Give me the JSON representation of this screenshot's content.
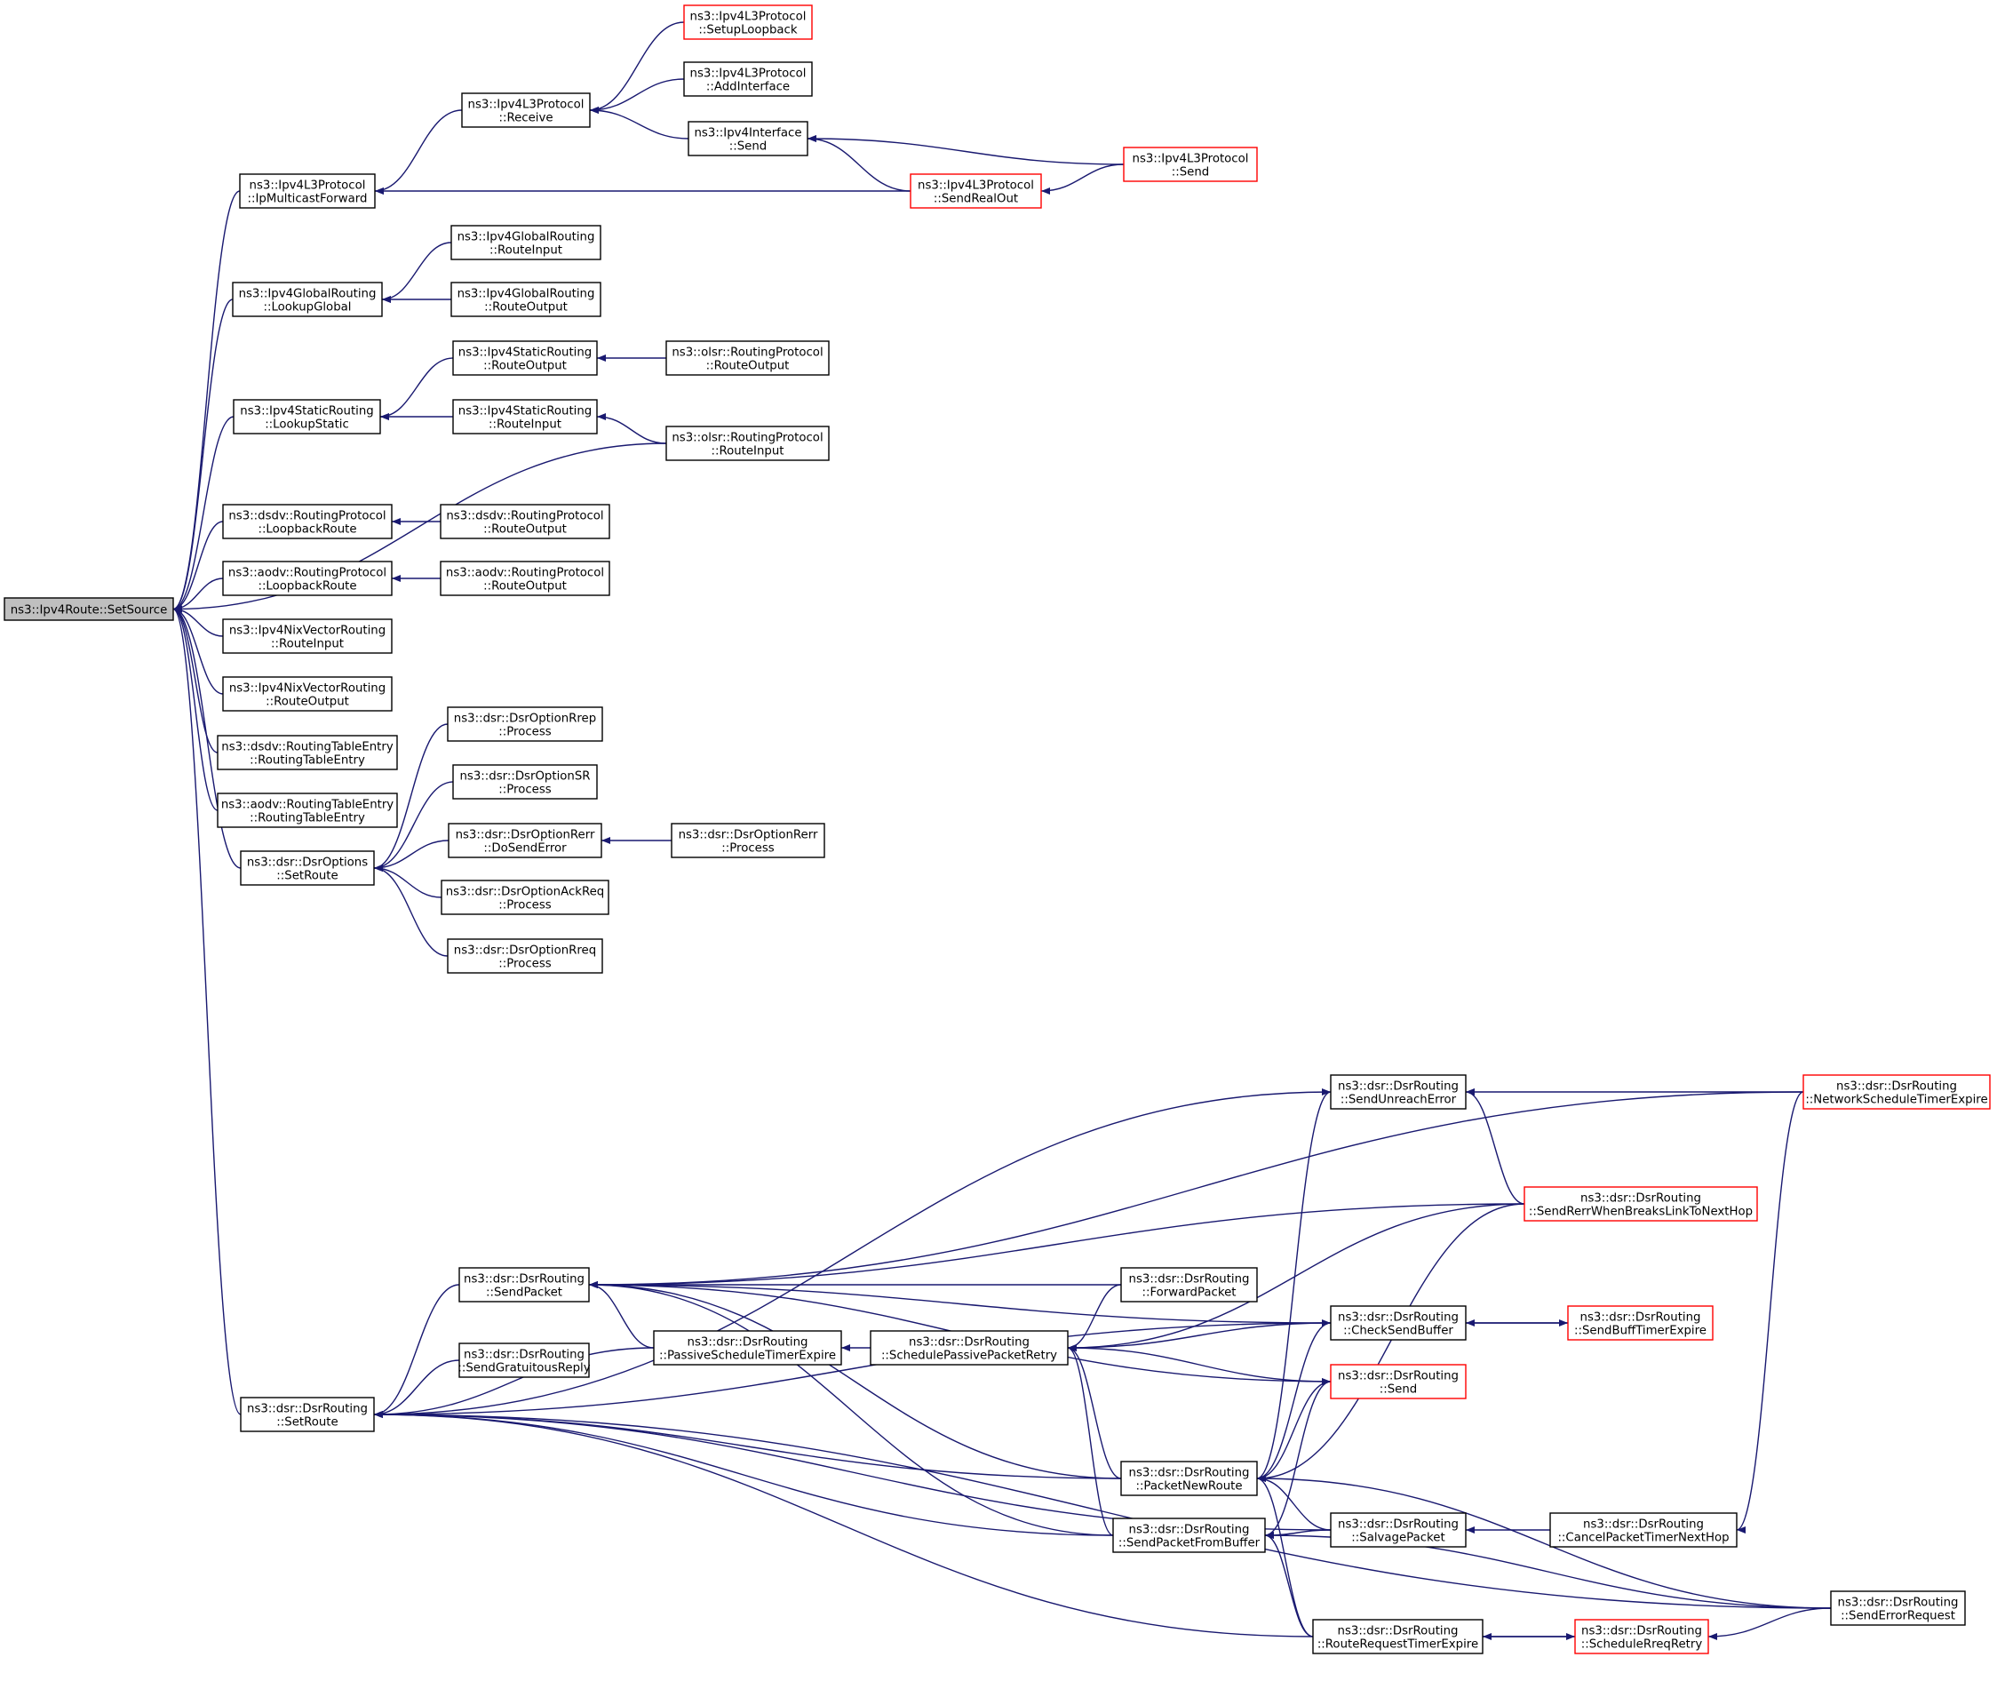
{
  "graph": {
    "edge_color": "#191970",
    "highlight_border": "#ff0000",
    "root_fill": "#bfbfbf",
    "nodes": [
      {
        "id": "root",
        "lines": [
          "ns3::Ipv4Route::SetSource"
        ],
        "root": true
      },
      {
        "id": "ipmf",
        "lines": [
          "ns3::Ipv4L3Protocol",
          "::IpMulticastForward"
        ]
      },
      {
        "id": "recv",
        "lines": [
          "ns3::Ipv4L3Protocol",
          "::Receive"
        ]
      },
      {
        "id": "setuplo",
        "lines": [
          "ns3::Ipv4L3Protocol",
          "::SetupLoopback"
        ],
        "red": true
      },
      {
        "id": "addif",
        "lines": [
          "ns3::Ipv4L3Protocol",
          "::AddInterface"
        ]
      },
      {
        "id": "ifsend",
        "lines": [
          "ns3::Ipv4Interface",
          "::Send"
        ]
      },
      {
        "id": "sendreal",
        "lines": [
          "ns3::Ipv4L3Protocol",
          "::SendRealOut"
        ],
        "red": true
      },
      {
        "id": "l3send",
        "lines": [
          "ns3::Ipv4L3Protocol",
          "::Send"
        ],
        "red": true
      },
      {
        "id": "lookglobal",
        "lines": [
          "ns3::Ipv4GlobalRouting",
          "::LookupGlobal"
        ]
      },
      {
        "id": "grin",
        "lines": [
          "ns3::Ipv4GlobalRouting",
          "::RouteInput"
        ]
      },
      {
        "id": "grout",
        "lines": [
          "ns3::Ipv4GlobalRouting",
          "::RouteOutput"
        ]
      },
      {
        "id": "lookstatic",
        "lines": [
          "ns3::Ipv4StaticRouting",
          "::LookupStatic"
        ]
      },
      {
        "id": "srout",
        "lines": [
          "ns3::Ipv4StaticRouting",
          "::RouteOutput"
        ]
      },
      {
        "id": "srin",
        "lines": [
          "ns3::Ipv4StaticRouting",
          "::RouteInput"
        ]
      },
      {
        "id": "olsrout",
        "lines": [
          "ns3::olsr::RoutingProtocol",
          "::RouteOutput"
        ]
      },
      {
        "id": "olsrin",
        "lines": [
          "ns3::olsr::RoutingProtocol",
          "::RouteInput"
        ]
      },
      {
        "id": "dsdvlb",
        "lines": [
          "ns3::dsdv::RoutingProtocol",
          "::LoopbackRoute"
        ]
      },
      {
        "id": "dsdvout",
        "lines": [
          "ns3::dsdv::RoutingProtocol",
          "::RouteOutput"
        ]
      },
      {
        "id": "aodvlb",
        "lines": [
          "ns3::aodv::RoutingProtocol",
          "::LoopbackRoute"
        ]
      },
      {
        "id": "aodvout",
        "lines": [
          "ns3::aodv::RoutingProtocol",
          "::RouteOutput"
        ]
      },
      {
        "id": "nixin",
        "lines": [
          "ns3::Ipv4NixVectorRouting",
          "::RouteInput"
        ]
      },
      {
        "id": "nixout",
        "lines": [
          "ns3::Ipv4NixVectorRouting",
          "::RouteOutput"
        ]
      },
      {
        "id": "dsdvrte",
        "lines": [
          "ns3::dsdv::RoutingTableEntry",
          "::RoutingTableEntry"
        ]
      },
      {
        "id": "aodvrte",
        "lines": [
          "ns3::aodv::RoutingTableEntry",
          "::RoutingTableEntry"
        ]
      },
      {
        "id": "optsetroute",
        "lines": [
          "ns3::dsr::DsrOptions",
          "::SetRoute"
        ]
      },
      {
        "id": "rrep",
        "lines": [
          "ns3::dsr::DsrOptionRrep",
          "::Process"
        ]
      },
      {
        "id": "optsr",
        "lines": [
          "ns3::dsr::DsrOptionSR",
          "::Process"
        ]
      },
      {
        "id": "dosenderr",
        "lines": [
          "ns3::dsr::DsrOptionRerr",
          "::DoSendError"
        ]
      },
      {
        "id": "rerrproc",
        "lines": [
          "ns3::dsr::DsrOptionRerr",
          "::Process"
        ]
      },
      {
        "id": "ackreq",
        "lines": [
          "ns3::dsr::DsrOptionAckReq",
          "::Process"
        ]
      },
      {
        "id": "rreq",
        "lines": [
          "ns3::dsr::DsrOptionRreq",
          "::Process"
        ]
      },
      {
        "id": "dsrsetroute",
        "lines": [
          "ns3::dsr::DsrRouting",
          "::SetRoute"
        ]
      },
      {
        "id": "sendpacket",
        "lines": [
          "ns3::dsr::DsrRouting",
          "::SendPacket"
        ]
      },
      {
        "id": "gratuitous",
        "lines": [
          "ns3::dsr::DsrRouting",
          "::SendGratuitousReply"
        ]
      },
      {
        "id": "passive",
        "lines": [
          "ns3::dsr::DsrRouting",
          "::PassiveScheduleTimerExpire"
        ]
      },
      {
        "id": "schedpassive",
        "lines": [
          "ns3::dsr::DsrRouting",
          "::SchedulePassivePacketRetry"
        ]
      },
      {
        "id": "forward",
        "lines": [
          "ns3::dsr::DsrRouting",
          "::ForwardPacket"
        ]
      },
      {
        "id": "unreach",
        "lines": [
          "ns3::dsr::DsrRouting",
          "::SendUnreachError"
        ]
      },
      {
        "id": "netsched",
        "lines": [
          "ns3::dsr::DsrRouting",
          "::NetworkScheduleTimerExpire"
        ],
        "red": true
      },
      {
        "id": "rerrbreaks",
        "lines": [
          "ns3::dsr::DsrRouting",
          "::SendRerrWhenBreaksLinkToNextHop"
        ],
        "red": true
      },
      {
        "id": "checkbuf",
        "lines": [
          "ns3::dsr::DsrRouting",
          "::CheckSendBuffer"
        ]
      },
      {
        "id": "buffexp",
        "lines": [
          "ns3::dsr::DsrRouting",
          "::SendBuffTimerExpire"
        ],
        "red": true
      },
      {
        "id": "dsrsend",
        "lines": [
          "ns3::dsr::DsrRouting",
          "::Send"
        ],
        "red": true
      },
      {
        "id": "newroute",
        "lines": [
          "ns3::dsr::DsrRouting",
          "::PacketNewRoute"
        ]
      },
      {
        "id": "fromBuffer",
        "lines": [
          "ns3::dsr::DsrRouting",
          "::SendPacketFromBuffer"
        ]
      },
      {
        "id": "salvage",
        "lines": [
          "ns3::dsr::DsrRouting",
          "::SalvagePacket"
        ]
      },
      {
        "id": "cancel",
        "lines": [
          "ns3::dsr::DsrRouting",
          "::CancelPacketTimerNextHop"
        ]
      },
      {
        "id": "rreqexp",
        "lines": [
          "ns3::dsr::DsrRouting",
          "::RouteRequestTimerExpire"
        ]
      },
      {
        "id": "schedrreq",
        "lines": [
          "ns3::dsr::DsrRouting",
          "::ScheduleRreqRetry"
        ],
        "red": true
      },
      {
        "id": "errreq",
        "lines": [
          "ns3::dsr::DsrRouting",
          "::SendErrorRequest"
        ]
      }
    ],
    "edges": [
      [
        "ipmf",
        "root"
      ],
      [
        "lookglobal",
        "root"
      ],
      [
        "lookstatic",
        "root"
      ],
      [
        "olsrin",
        "root"
      ],
      [
        "dsdvlb",
        "root"
      ],
      [
        "aodvlb",
        "root"
      ],
      [
        "nixin",
        "root"
      ],
      [
        "nixout",
        "root"
      ],
      [
        "dsdvrte",
        "root"
      ],
      [
        "aodvrte",
        "root"
      ],
      [
        "optsetroute",
        "root"
      ],
      [
        "dsrsetroute",
        "root"
      ],
      [
        "recv",
        "ipmf"
      ],
      [
        "sendreal",
        "ipmf"
      ],
      [
        "setuplo",
        "recv"
      ],
      [
        "addif",
        "recv"
      ],
      [
        "ifsend",
        "recv"
      ],
      [
        "l3send",
        "ifsend"
      ],
      [
        "sendreal",
        "ifsend"
      ],
      [
        "l3send",
        "sendreal"
      ],
      [
        "grin",
        "lookglobal"
      ],
      [
        "grout",
        "lookglobal"
      ],
      [
        "srout",
        "lookstatic"
      ],
      [
        "srin",
        "lookstatic"
      ],
      [
        "olsrout",
        "srout"
      ],
      [
        "olsrin",
        "srin"
      ],
      [
        "dsdvout",
        "dsdvlb"
      ],
      [
        "aodvout",
        "aodvlb"
      ],
      [
        "rrep",
        "optsetroute"
      ],
      [
        "optsr",
        "optsetroute"
      ],
      [
        "dosenderr",
        "optsetroute"
      ],
      [
        "ackreq",
        "optsetroute"
      ],
      [
        "rreq",
        "optsetroute"
      ],
      [
        "rerrproc",
        "dosenderr"
      ],
      [
        "sendpacket",
        "dsrsetroute"
      ],
      [
        "gratuitous",
        "dsrsetroute"
      ],
      [
        "passive",
        "dsrsetroute"
      ],
      [
        "newroute",
        "dsrsetroute"
      ],
      [
        "fromBuffer",
        "dsrsetroute"
      ],
      [
        "salvage",
        "dsrsetroute"
      ],
      [
        "rreqexp",
        "dsrsetroute"
      ],
      [
        "errreq",
        "dsrsetroute"
      ],
      [
        "unreach",
        "dsrsetroute"
      ],
      [
        "checkbuf",
        "dsrsetroute"
      ],
      [
        "passive",
        "sendpacket"
      ],
      [
        "forward",
        "sendpacket"
      ],
      [
        "newroute",
        "sendpacket"
      ],
      [
        "fromBuffer",
        "sendpacket"
      ],
      [
        "checkbuf",
        "sendpacket"
      ],
      [
        "dsrsend",
        "sendpacket"
      ],
      [
        "rerrbreaks",
        "sendpacket"
      ],
      [
        "netsched",
        "sendpacket"
      ],
      [
        "schedpassive",
        "passive"
      ],
      [
        "forward",
        "schedpassive"
      ],
      [
        "checkbuf",
        "schedpassive"
      ],
      [
        "dsrsend",
        "schedpassive"
      ],
      [
        "rerrbreaks",
        "schedpassive"
      ],
      [
        "newroute",
        "schedpassive"
      ],
      [
        "fromBuffer",
        "schedpassive"
      ],
      [
        "netsched",
        "unreach"
      ],
      [
        "rerrbreaks",
        "unreach"
      ],
      [
        "newroute",
        "unreach"
      ],
      [
        "buffexp",
        "checkbuf"
      ],
      [
        "checkbuf",
        "buffexp"
      ],
      [
        "newroute",
        "checkbuf"
      ],
      [
        "newroute",
        "dsrsend"
      ],
      [
        "fromBuffer",
        "dsrsend"
      ],
      [
        "salvage",
        "newroute"
      ],
      [
        "rreqexp",
        "newroute"
      ],
      [
        "errreq",
        "newroute"
      ],
      [
        "rerrbreaks",
        "newroute"
      ],
      [
        "salvage",
        "fromBuffer"
      ],
      [
        "rreqexp",
        "fromBuffer"
      ],
      [
        "errreq",
        "fromBuffer"
      ],
      [
        "cancel",
        "salvage"
      ],
      [
        "netsched",
        "cancel"
      ],
      [
        "schedrreq",
        "rreqexp"
      ],
      [
        "rreqexp",
        "schedrreq"
      ],
      [
        "errreq",
        "schedrreq"
      ]
    ]
  }
}
